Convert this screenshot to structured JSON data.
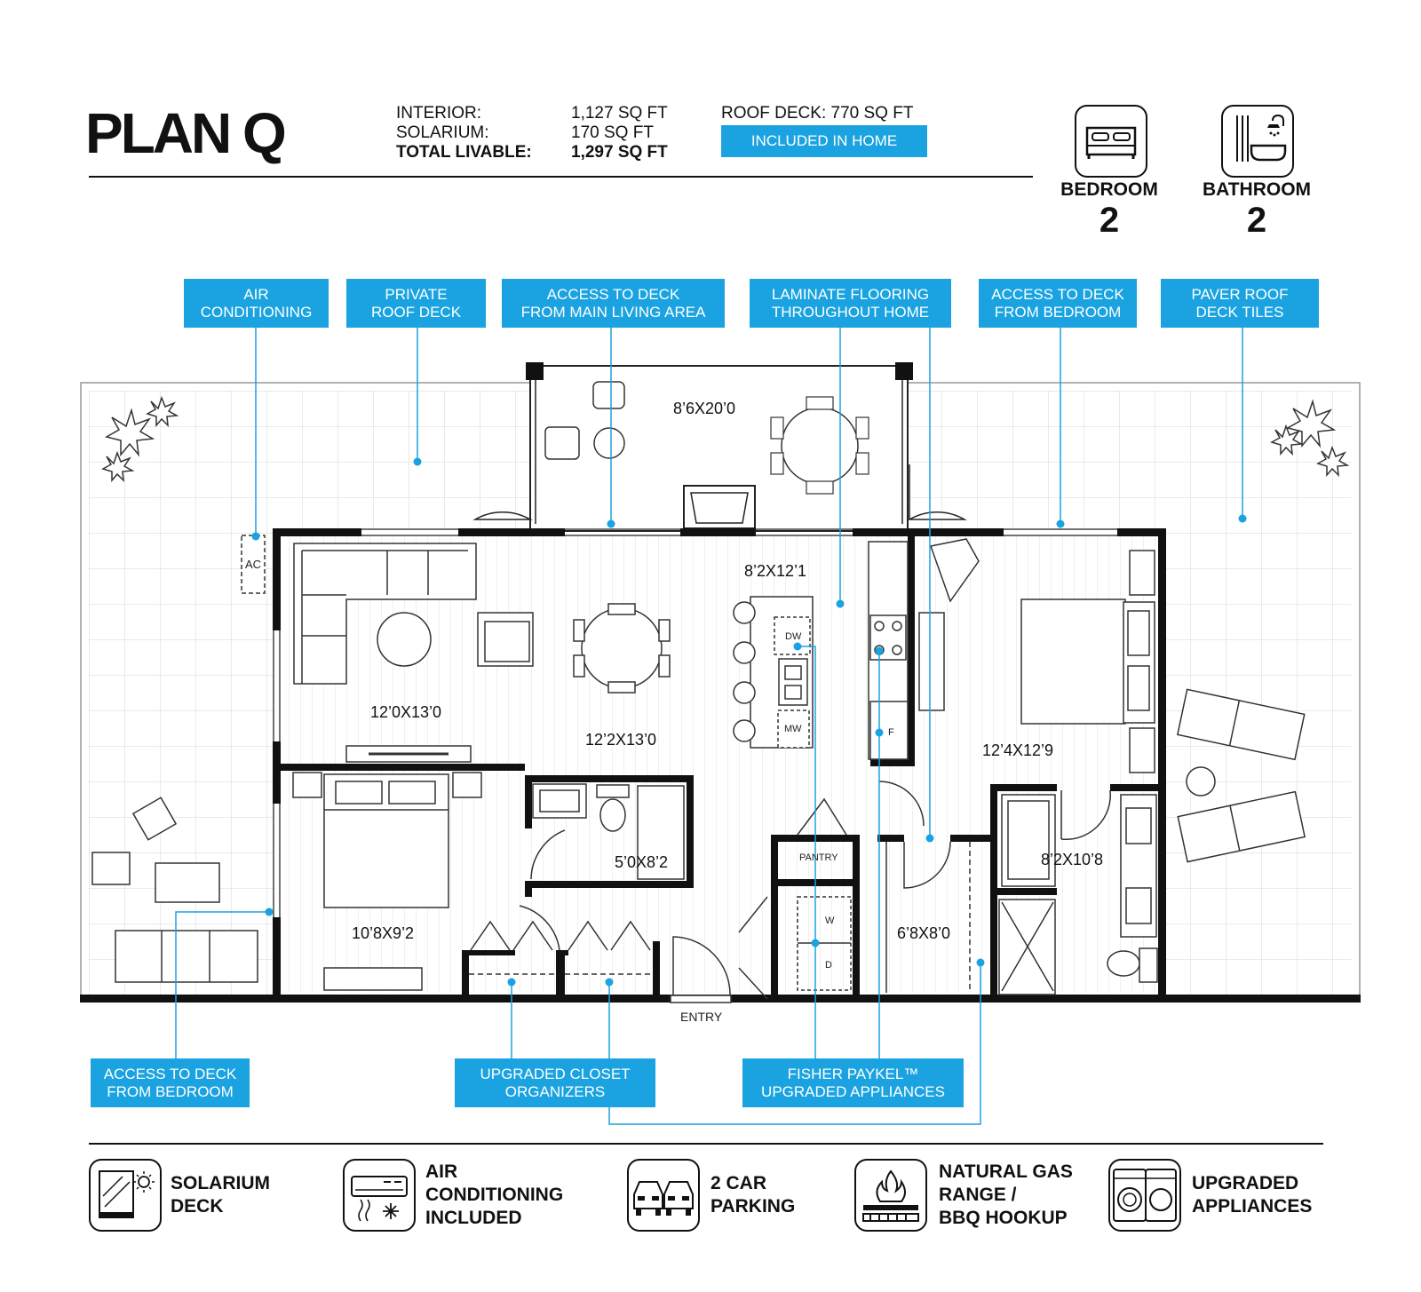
{
  "header": {
    "title": "PLAN Q",
    "stats": [
      {
        "label": "INTERIOR:",
        "value": "1,127 SQ FT",
        "bold": false
      },
      {
        "label": "SOLARIUM:",
        "value": "170 SQ FT",
        "bold": false
      },
      {
        "label": "TOTAL LIVABLE:",
        "value": "1,297 SQ FT",
        "bold": true
      }
    ],
    "roof_deck": "ROOF DECK:  770 SQ FT",
    "included": "INCLUDED IN HOME"
  },
  "badges": [
    {
      "label": "BEDROOM",
      "count": "2",
      "icon": "bed-icon"
    },
    {
      "label": "BATHROOM",
      "count": "2",
      "icon": "bathtub-shower-icon"
    }
  ],
  "callouts_top": [
    "AIR\nCONDITIONING",
    "PRIVATE\nROOF DECK",
    "ACCESS TO DECK\nFROM MAIN LIVING AREA",
    "LAMINATE FLOORING\nTHROUGHOUT HOME",
    "ACCESS TO DECK\nFROM BEDROOM",
    "PAVER ROOF\nDECK TILES"
  ],
  "callouts_bottom": [
    "ACCESS TO DECK\nFROM BEDROOM",
    "UPGRADED CLOSET\nORGANIZERS",
    "FISHER PAYKEL™\nUPGRADED APPLIANCES"
  ],
  "rooms": {
    "solarium": "8’6X20’0",
    "living": "12’0X13’0",
    "dining": "12’2X13’0",
    "kitchen": "8’2X12’1",
    "primary_bedroom": "12’4X12’9",
    "bedroom2": "10’8X9’2",
    "bath2": "5’0X8’2",
    "primary_bath": "8’2X10’8",
    "closet": "6’8X8’0"
  },
  "plan_labels": {
    "ac": "AC",
    "dw": "DW",
    "mw": "MW",
    "fridge": "F",
    "pantry": "PANTRY",
    "washer": "W",
    "dryer": "D",
    "entry": "ENTRY"
  },
  "features": [
    {
      "label": "SOLARIUM\nDECK",
      "icon": "solarium-icon"
    },
    {
      "label": "AIR\nCONDITIONING\nINCLUDED",
      "icon": "air-conditioner-icon"
    },
    {
      "label": "2 CAR\nPARKING",
      "icon": "cars-icon"
    },
    {
      "label": "NATURAL GAS\nRANGE /\nBBQ HOOKUP",
      "icon": "gas-flame-icon"
    },
    {
      "label": "UPGRADED\nAPPLIANCES",
      "icon": "washer-dryer-icon"
    }
  ],
  "colors": {
    "accent": "#1aa3e0",
    "ink": "#111111",
    "grid": "#d4d4d4"
  }
}
